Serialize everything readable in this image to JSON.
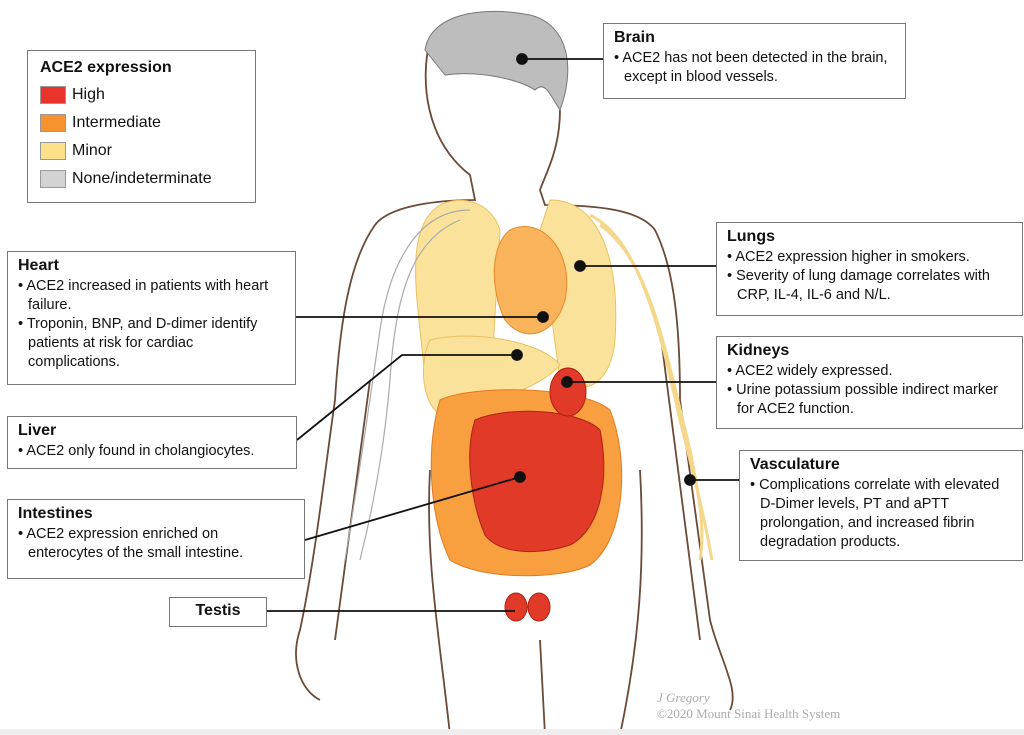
{
  "legend": {
    "title": "ACE2 expression",
    "items": [
      {
        "label": "High",
        "color": "#e8342b"
      },
      {
        "label": "Intermediate",
        "color": "#f7932e"
      },
      {
        "label": "Minor",
        "color": "#fde08a"
      },
      {
        "label": "None/indeterminate",
        "color": "#d3d3d3"
      }
    ]
  },
  "callouts": {
    "brain": {
      "title": "Brain",
      "bullets": [
        "ACE2 has not been detected in the brain, except in blood vessels."
      ]
    },
    "heart": {
      "title": "Heart",
      "bullets": [
        "ACE2 increased in patients with heart failure.",
        "Troponin, BNP, and D-dimer identify patients at risk for cardiac complications."
      ]
    },
    "liver": {
      "title": "Liver",
      "bullets": [
        "ACE2 only found in cholangiocytes."
      ]
    },
    "intestines": {
      "title": "Intestines",
      "bullets": [
        "ACE2 expression enriched on enterocytes of the small intestine."
      ]
    },
    "testis": {
      "title": "Testis"
    },
    "lungs": {
      "title": "Lungs",
      "bullets": [
        "ACE2 expression higher in smokers.",
        "Severity of lung damage correlates with CRP, IL-4, IL-6 and N/L."
      ]
    },
    "kidneys": {
      "title": "Kidneys",
      "bullets": [
        "ACE2 widely expressed.",
        "Urine potassium possible indirect marker for ACE2 function."
      ]
    },
    "vasculature": {
      "title": "Vasculature",
      "bullets": [
        "Complications correlate with elevated D-Dimer levels, PT and aPTT prolongation, and increased fibrin degradation products."
      ]
    }
  },
  "credit": {
    "artist": "J Gregory",
    "copyright": "©2020 Mount Sinai Health System"
  }
}
